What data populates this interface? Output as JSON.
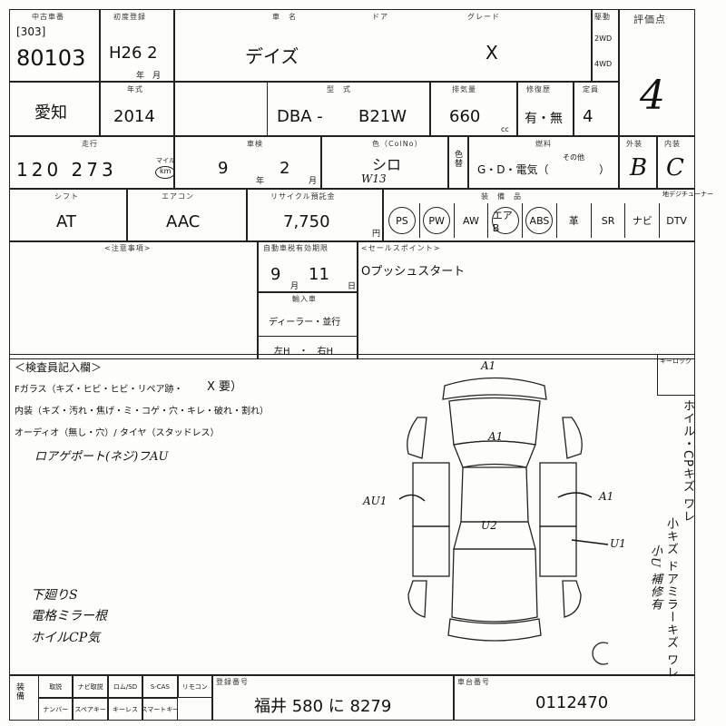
{
  "header": {
    "lot_label": "中古車番",
    "lot_box": "[303]",
    "lot_number": "80103",
    "first_reg_label": "初度登録",
    "first_reg": "H26 2",
    "first_reg_unit": "年　月",
    "car_name_label": "車　名",
    "car_name": "デイズ",
    "door_label": "ドア",
    "grade_label": "グレード",
    "grade": "X",
    "drive_label": "駆動",
    "drive_2wd": "2WD",
    "drive_4wd": "4WD",
    "score_label": "評価点",
    "score": "4"
  },
  "row2": {
    "region": "愛知",
    "year_label": "年式",
    "year": "2014",
    "model_label": "型　式",
    "model_prefix": "DBA -",
    "model_code": "B21W",
    "displacement_label": "排気量",
    "displacement": "660",
    "displacement_unit": "cc",
    "history_label": "修復歴",
    "history": "有・無",
    "capacity_label": "定員",
    "capacity": "4"
  },
  "row3": {
    "mileage_label": "走行",
    "mileage": "120 273",
    "mileage_mile": "マイル",
    "mileage_km": "km",
    "inspection_label": "車検",
    "inspection_year": "9",
    "inspection_year_unit": "年",
    "inspection_month": "2",
    "inspection_month_unit": "月",
    "color_label": "色（ColNo）",
    "color": "シロ",
    "color_code": "W13",
    "color_change_label": "色替",
    "fuel_label": "燃料",
    "fuel_options": "G・D・電気（",
    "fuel_other_label": "その他",
    "fuel_close": "）",
    "exterior_label": "外装",
    "exterior": "B",
    "interior_label": "内装",
    "interior": "C"
  },
  "row4": {
    "shift_label": "シフト",
    "shift": "AT",
    "ac_label": "エアコン",
    "ac": "AAC",
    "recycle_label": "リサイクル預託金",
    "recycle": "7,750",
    "recycle_unit": "円",
    "equip_label": "装　備　品",
    "equipment": [
      "PS",
      "PW",
      "AW",
      "エアB",
      "ABS",
      "革",
      "SR",
      "ナビ",
      "DTV"
    ],
    "equipment_circled": [
      true,
      true,
      false,
      true,
      true,
      false,
      false,
      false,
      false
    ],
    "terrestrial_label": "地デジチューナー"
  },
  "row5": {
    "notes_label": "<注意事項>",
    "warranty_label": "自動車税有効期限",
    "warranty_month": "9",
    "warranty_month_unit": "月",
    "warranty_day": "11",
    "warranty_day_unit": "日",
    "import_label": "輸入車",
    "import_type": "ディーラー・並行",
    "steering": "左H　・　右H",
    "sales_label": "<セールスポイント>",
    "sales_point": "Oプッシュスタート"
  },
  "inspection": {
    "section_title": "＜検査員記入欄＞",
    "glass_line": "Fガラス（キズ・ヒビ・ヒビ・リペア跡・",
    "glass_mark": "X 要）",
    "interior_line": "内装（キズ・汚れ・焦げ・ミ・コゲ・穴・キレ・破れ・割れ）",
    "audio_line": "オーディオ（無し・穴）/ タイヤ（スタッドレス）",
    "handwritten_1": "ロアゲポート(ネジ)フAU",
    "handwritten_2": "下廻りS",
    "handwritten_3": "電格ミラー根",
    "handwritten_4": "ホイルCP気",
    "keyless_label": "キーロック"
  },
  "diagram": {
    "mark_a1_top": "A1",
    "mark_a1_roof": "A1",
    "mark_au1": "AU1",
    "mark_a1_right": "A1",
    "mark_u2": "U2",
    "mark_u1": "U1"
  },
  "side_notes": {
    "col1": "ホイル・CPキズ ワレ",
    "col2": "小キズ ドアミラーキズ ワレ",
    "col3": "小U 補修有"
  },
  "footer": {
    "equip_label": "装備",
    "items_top": [
      "取説",
      "ナビ取説",
      "ロム/SD",
      "S-CAS",
      "リモコン"
    ],
    "items_bottom": [
      "ナンバー",
      "スペアキー",
      "キーレス",
      "スマートキー"
    ],
    "plate_label": "登録番号",
    "plate": "福井 580 に 8279",
    "ref_label": "車台番号",
    "ref": "0112470"
  }
}
